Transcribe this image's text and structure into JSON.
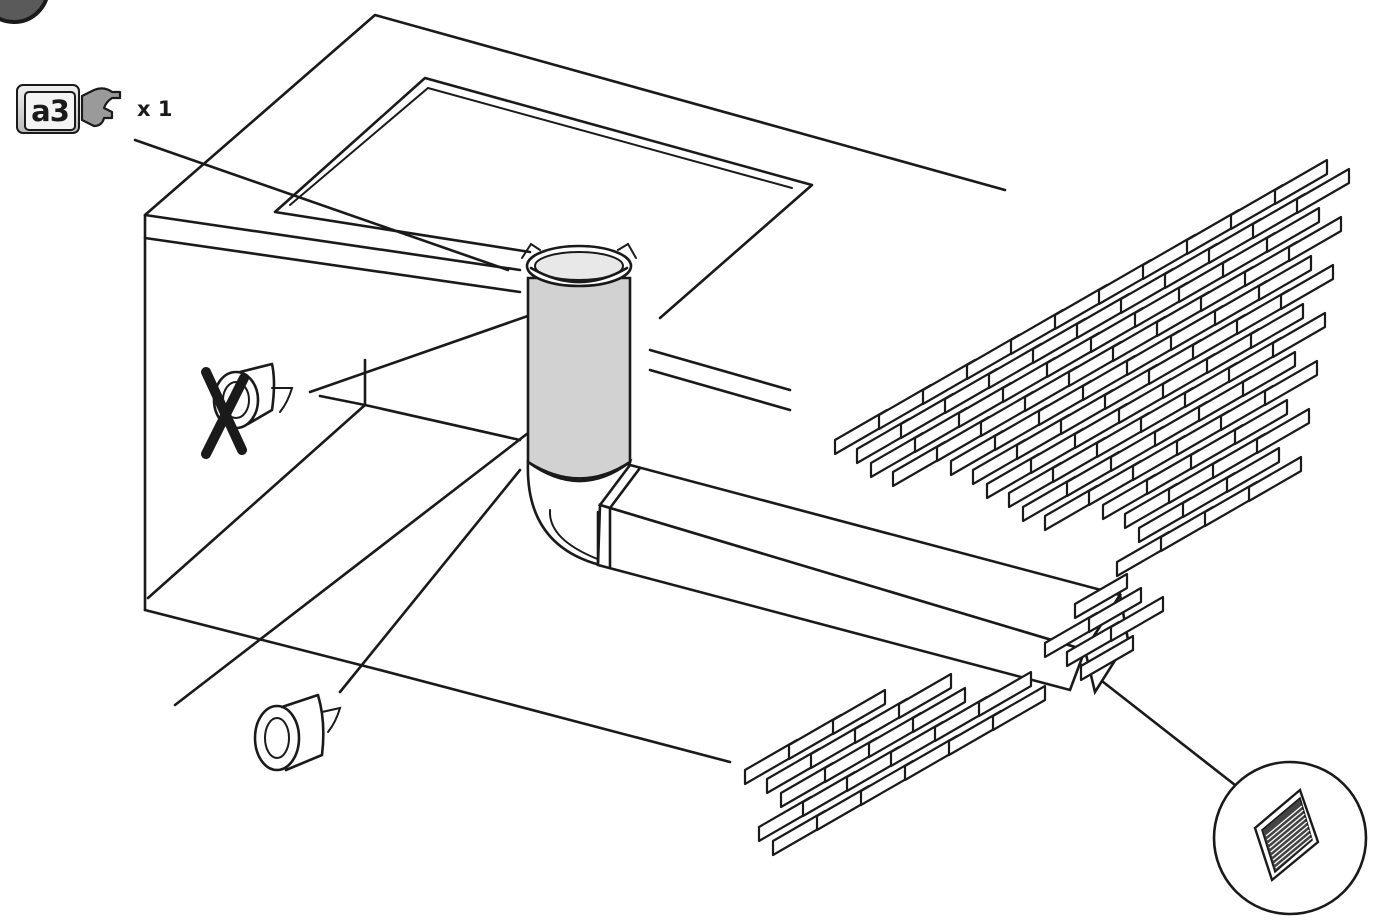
{
  "part": {
    "code": "a3",
    "quantity": "x 1"
  },
  "icons": [
    "step-number-badge",
    "wrench-icon",
    "tape-forbidden-icon",
    "tape-roll-icon",
    "wall-grille-icon"
  ],
  "colors": {
    "ink": "#1a1a1a",
    "pipe_fill": "#d2d2d2",
    "badge_fill": "#bdbdbd"
  }
}
